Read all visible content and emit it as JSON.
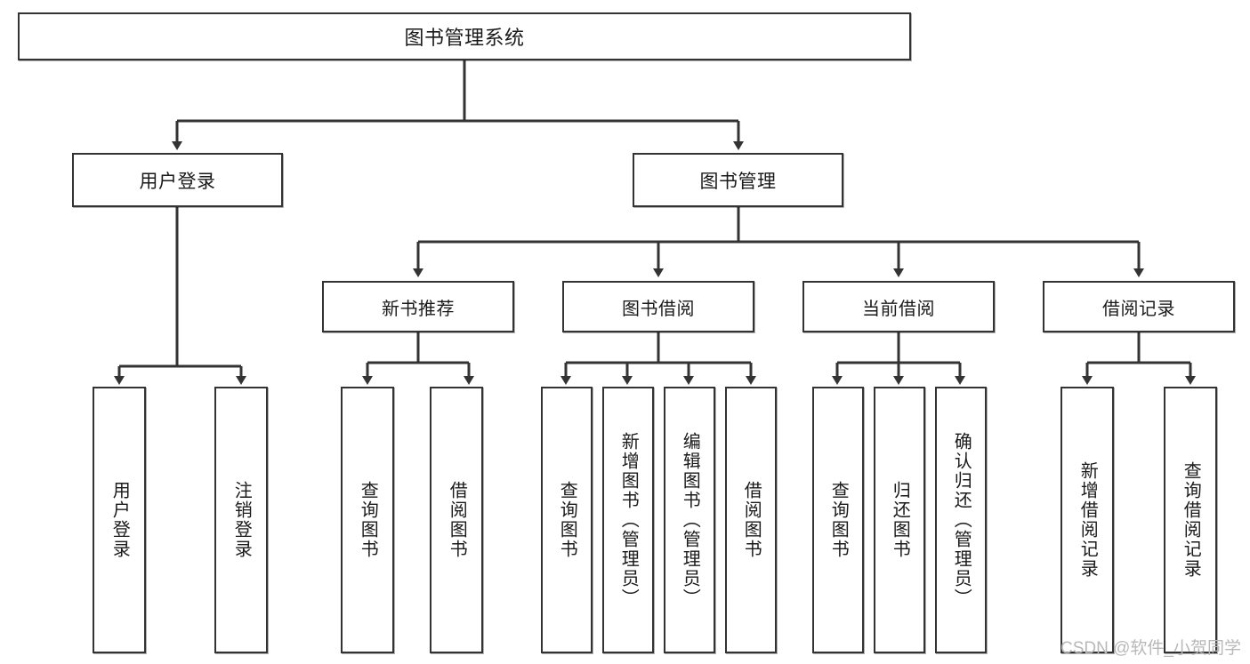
{
  "diagram": {
    "type": "hierarchy-tree",
    "title": "图书管理系统",
    "watermark": "CSDN @软件_小贺同学",
    "colors": {
      "border": "#333333",
      "background": "#ffffff",
      "text": "#1a1a1a",
      "connector": "#333333",
      "watermark": "#b8b8b8"
    },
    "nodes": {
      "root": {
        "label": "图书管理系统"
      },
      "level1": [
        {
          "label": "用户登录"
        },
        {
          "label": "图书管理"
        }
      ],
      "level2": [
        {
          "label": "新书推荐"
        },
        {
          "label": "图书借阅"
        },
        {
          "label": "当前借阅"
        },
        {
          "label": "借阅记录"
        }
      ],
      "leaves": {
        "user_login": [
          {
            "label": "用户登录"
          },
          {
            "label": "注销登录"
          }
        ],
        "new_book_recommend": [
          {
            "label": "查询图书"
          },
          {
            "label": "借阅图书"
          }
        ],
        "book_borrow": [
          {
            "label": "查询图书"
          },
          {
            "label": "新增图书（管理员）"
          },
          {
            "label": "编辑图书（管理员）"
          },
          {
            "label": "借阅图书"
          }
        ],
        "current_borrow": [
          {
            "label": "查询图书"
          },
          {
            "label": "归还图书"
          },
          {
            "label": "确认归还（管理员）"
          }
        ],
        "borrow_record": [
          {
            "label": "新增借阅记录"
          },
          {
            "label": "查询借阅记录"
          }
        ]
      }
    }
  }
}
